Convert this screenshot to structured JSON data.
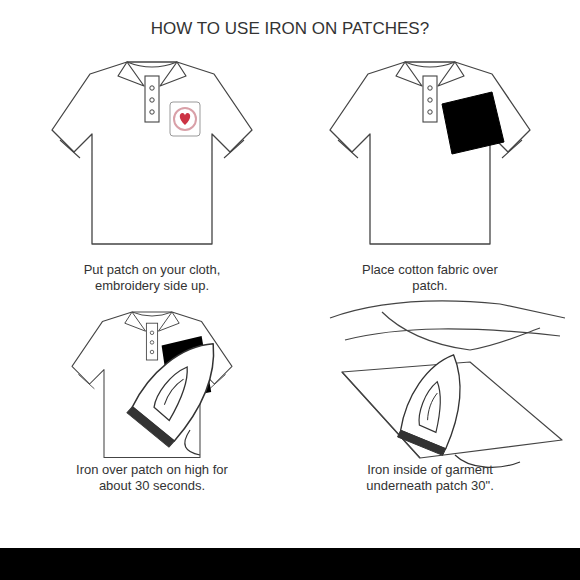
{
  "diagram": {
    "title": "HOW TO USE IRON ON PATCHES?",
    "labels": [
      "Put patch on your cloth, embroidery side up.",
      "Place cotton fabric over patch.",
      "Iron over patch on high for about 30 seconds.",
      "Iron inside of garment underneath patch 30\"."
    ]
  }
}
